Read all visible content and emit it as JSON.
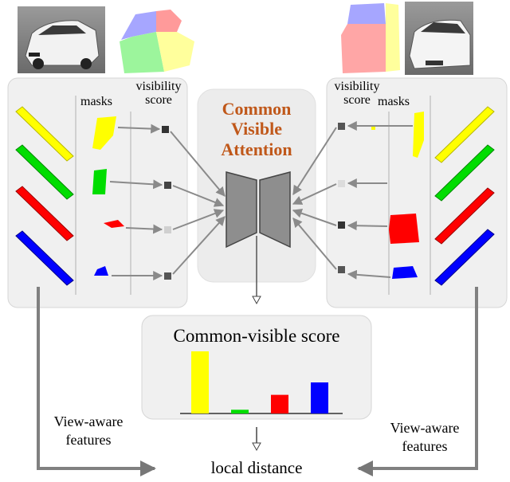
{
  "left_panel": {
    "masks_label": "masks",
    "visibility_label_line1": "visibility",
    "visibility_label_line2": "score"
  },
  "right_panel": {
    "visibility_label_line1": "visibility",
    "visibility_label_line2": "score",
    "masks_label": "masks"
  },
  "attention": {
    "title_line1": "Common",
    "title_line2": "Visible",
    "title_line3": "Attention",
    "title_color": "#c0581a"
  },
  "score_panel": {
    "title": "Common-visible score"
  },
  "chart_data": {
    "type": "bar",
    "categories": [
      "yellow part",
      "green part",
      "red part",
      "blue part"
    ],
    "values": [
      1.0,
      0.06,
      0.3,
      0.5
    ],
    "colors": [
      "#ffff00",
      "#00dd00",
      "#ff0000",
      "#0000ff"
    ],
    "title": "Common-visible score",
    "xlabel": "",
    "ylabel": "",
    "ylim": [
      0,
      1.0
    ],
    "grid": false
  },
  "bottom": {
    "left_features_line1": "View-aware",
    "left_features_line2": "features",
    "right_features_line1": "View-aware",
    "right_features_line2": "features",
    "local_distance": "local distance"
  },
  "colors": {
    "panel_bg": "#f0f0f0",
    "panel_border": "#d6d6d6",
    "arrow": "#8a8a8a",
    "part_yellow": "#ffff00",
    "part_green": "#00dd00",
    "part_red": "#ff0000",
    "part_blue": "#0000ff"
  }
}
